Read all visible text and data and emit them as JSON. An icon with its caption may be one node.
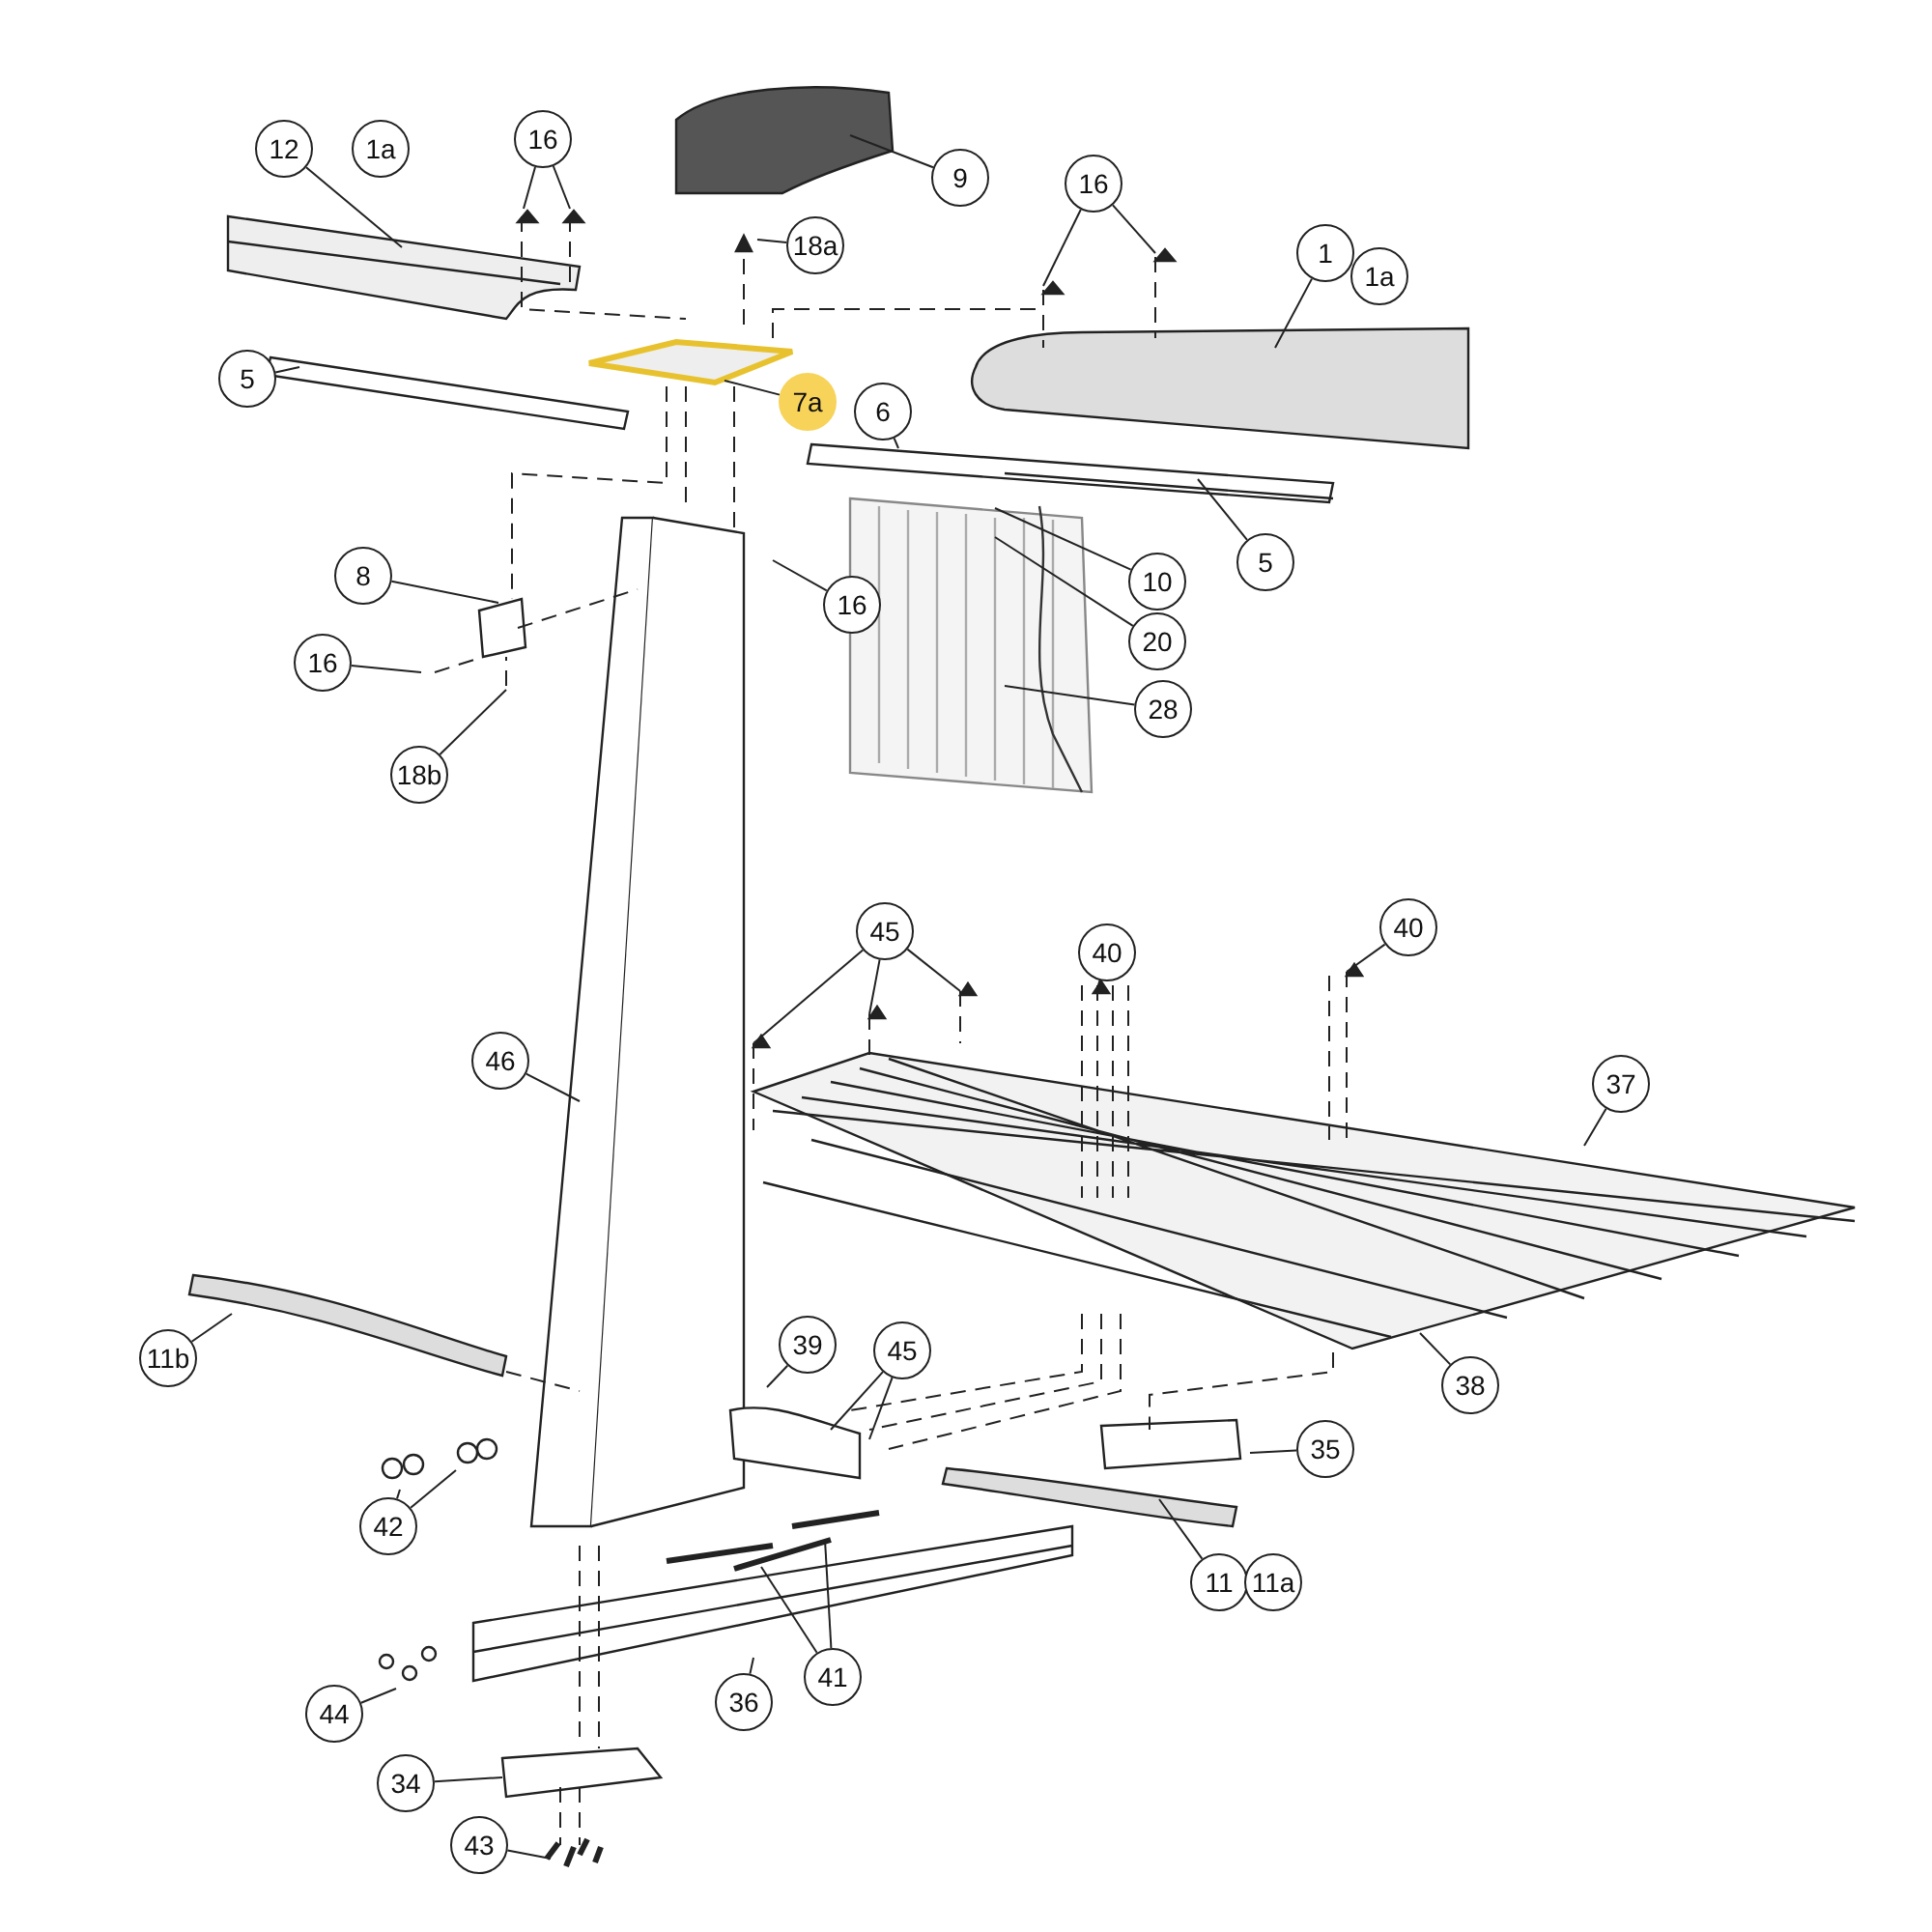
{
  "diagram": {
    "nodes": [
      {
        "text": [
          "12"
        ]
      },
      {
        "text": [
          "1a"
        ]
      },
      {
        "text": [
          "16"
        ]
      },
      {
        "text": [
          "9"
        ]
      },
      {
        "text": [
          "18a"
        ]
      },
      {
        "text": [
          "16"
        ]
      },
      {
        "text": [
          "1"
        ]
      },
      {
        "text": [
          "1a"
        ]
      },
      {
        "text": [
          "5"
        ]
      },
      {
        "text": [
          "7a"
        ]
      },
      {
        "text": [
          "6"
        ]
      },
      {
        "text": [
          "8"
        ]
      },
      {
        "text": [
          "10"
        ]
      },
      {
        "text": [
          "16"
        ]
      },
      {
        "text": [
          "5"
        ]
      },
      {
        "text": [
          "20"
        ]
      },
      {
        "text": [
          "16"
        ]
      },
      {
        "text": [
          "28"
        ]
      },
      {
        "text": [
          "18b"
        ]
      },
      {
        "text": [
          "45"
        ]
      },
      {
        "text": [
          "40"
        ]
      },
      {
        "text": [
          "40"
        ]
      },
      {
        "text": [
          "46"
        ]
      },
      {
        "text": [
          "37"
        ]
      },
      {
        "text": [
          "11b"
        ]
      },
      {
        "text": [
          "39"
        ]
      },
      {
        "text": [
          "45"
        ]
      },
      {
        "text": [
          "38"
        ]
      },
      {
        "text": [
          "35"
        ]
      },
      {
        "text": [
          "42"
        ]
      },
      {
        "text": [
          "11"
        ]
      },
      {
        "text": [
          "11a"
        ]
      },
      {
        "text": [
          "41"
        ]
      },
      {
        "text": [
          "36"
        ]
      },
      {
        "text": [
          "44"
        ]
      },
      {
        "text": [
          "34"
        ]
      },
      {
        "text": [
          "43"
        ]
      }
    ],
    "edges": [
      {
        "from": 0,
        "to": null,
        "arrow": "none"
      },
      {
        "from": 2,
        "to": null,
        "arrow": "none"
      },
      {
        "from": 2,
        "to": null,
        "arrow": "none"
      },
      {
        "from": 3,
        "to": null,
        "arrow": "none"
      },
      {
        "from": 4,
        "to": null,
        "arrow": "none"
      },
      {
        "from": 5,
        "to": null,
        "arrow": "none"
      },
      {
        "from": 5,
        "to": null,
        "arrow": "none"
      },
      {
        "from": 6,
        "to": null,
        "arrow": "none"
      },
      {
        "from": 8,
        "to": null,
        "arrow": "none"
      },
      {
        "from": 9,
        "to": null,
        "arrow": "none"
      },
      {
        "from": 10,
        "to": null,
        "arrow": "none"
      },
      {
        "from": 11,
        "to": null,
        "arrow": "none"
      },
      {
        "from": 12,
        "to": null,
        "arrow": "none"
      },
      {
        "from": 13,
        "to": null,
        "arrow": "none"
      },
      {
        "from": 14,
        "to": null,
        "arrow": "none"
      },
      {
        "from": 15,
        "to": null,
        "arrow": "none"
      },
      {
        "from": 16,
        "to": null,
        "arrow": "none"
      },
      {
        "from": 17,
        "to": null,
        "arrow": "none"
      },
      {
        "from": 18,
        "to": null,
        "arrow": "none"
      },
      {
        "from": 19,
        "to": null,
        "arrow": "none"
      },
      {
        "from": 19,
        "to": null,
        "arrow": "none"
      },
      {
        "from": 19,
        "to": null,
        "arrow": "none"
      },
      {
        "from": 20,
        "to": null,
        "arrow": "none"
      },
      {
        "from": 21,
        "to": null,
        "arrow": "none"
      },
      {
        "from": 22,
        "to": null,
        "arrow": "none"
      },
      {
        "from": 23,
        "to": null,
        "arrow": "none"
      },
      {
        "from": 24,
        "to": null,
        "arrow": "none"
      },
      {
        "from": 25,
        "to": null,
        "arrow": "none"
      },
      {
        "from": 26,
        "to": null,
        "arrow": "none"
      },
      {
        "from": 26,
        "to": null,
        "arrow": "none"
      },
      {
        "from": 27,
        "to": null,
        "arrow": "none"
      },
      {
        "from": 28,
        "to": null,
        "arrow": "none"
      },
      {
        "from": 29,
        "to": null,
        "arrow": "none"
      },
      {
        "from": 29,
        "to": null,
        "arrow": "none"
      },
      {
        "from": 30,
        "to": null,
        "arrow": "none"
      },
      {
        "from": 32,
        "to": null,
        "arrow": "none"
      },
      {
        "from": 32,
        "to": null,
        "arrow": "none"
      },
      {
        "from": 33,
        "to": null,
        "arrow": "none"
      },
      {
        "from": 34,
        "to": null,
        "arrow": "none"
      },
      {
        "from": 35,
        "to": null,
        "arrow": "none"
      },
      {
        "from": 36,
        "to": null,
        "arrow": "none"
      }
    ]
  }
}
